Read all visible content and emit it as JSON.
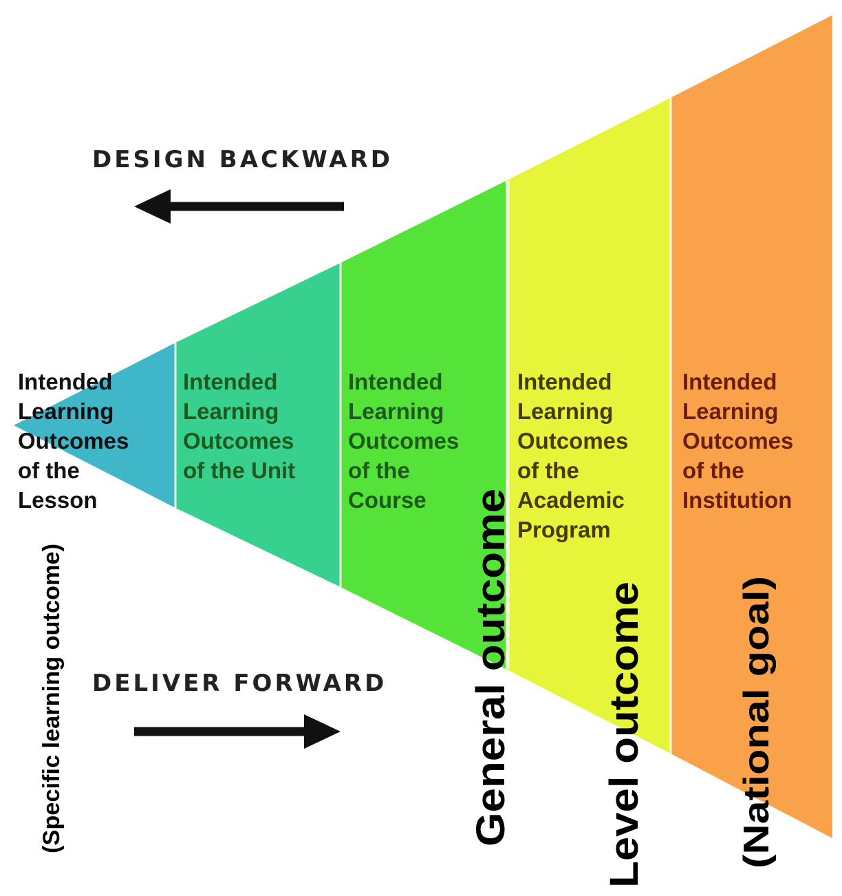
{
  "colors": {
    "lesson": "#3fb7c9",
    "unit": "#37d08f",
    "course": "#55e33a",
    "program": "#e6f53a",
    "institution": "#f9a24a",
    "divider": "#f2f7e0",
    "arrow": "#111111",
    "text_dark": "#111111",
    "text_green": "#1e5a1e",
    "text_olive": "#4a3a00",
    "text_brown": "#6b1d0c"
  },
  "design_backward": {
    "label": "DESIGN BACKWARD",
    "arrow_icon": "arrow-left-icon"
  },
  "deliver_forward": {
    "label": "DELIVER FORWARD",
    "arrow_icon": "arrow-right-icon"
  },
  "bands": [
    {
      "id": "lesson",
      "lines": [
        "Intended",
        "Learning",
        "Outcomes",
        "of the",
        "Lesson"
      ]
    },
    {
      "id": "unit",
      "lines": [
        "Intended",
        "Learning",
        "Outcomes",
        "of the Unit"
      ]
    },
    {
      "id": "course",
      "lines": [
        "Intended",
        "Learning",
        "Outcomes",
        "of the",
        "Course"
      ]
    },
    {
      "id": "program",
      "lines": [
        "Intended",
        "Learning",
        "Outcomes",
        "of the",
        "Academic",
        "Program"
      ]
    },
    {
      "id": "institution",
      "lines": [
        "Intended",
        "Learning",
        "Outcomes",
        "of the",
        "Institution"
      ]
    }
  ],
  "vertical_labels": {
    "specific": "(Specific learning outcome)",
    "general": "General outcome",
    "level": "Level outcome",
    "national": "(National goal)"
  }
}
